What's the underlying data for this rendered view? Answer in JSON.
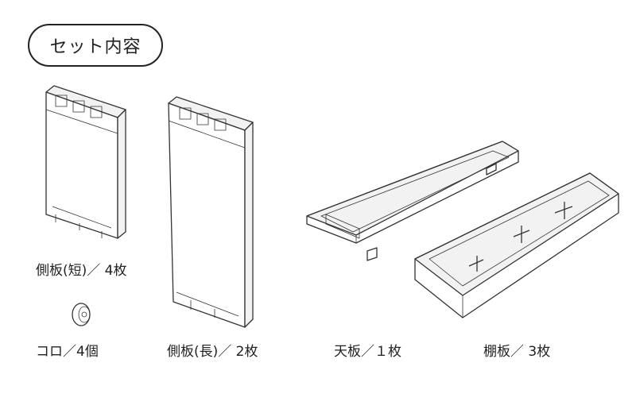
{
  "title": "セット内容",
  "parts": [
    {
      "id": "side-short",
      "label": "側板(短)／ 4枚"
    },
    {
      "id": "caster",
      "label": "コロ／4個"
    },
    {
      "id": "side-long",
      "label": "側板(長)／ 2枚"
    },
    {
      "id": "top-board",
      "label": "天板／１枚"
    },
    {
      "id": "shelf-board",
      "label": "棚板／ 3枚"
    }
  ]
}
